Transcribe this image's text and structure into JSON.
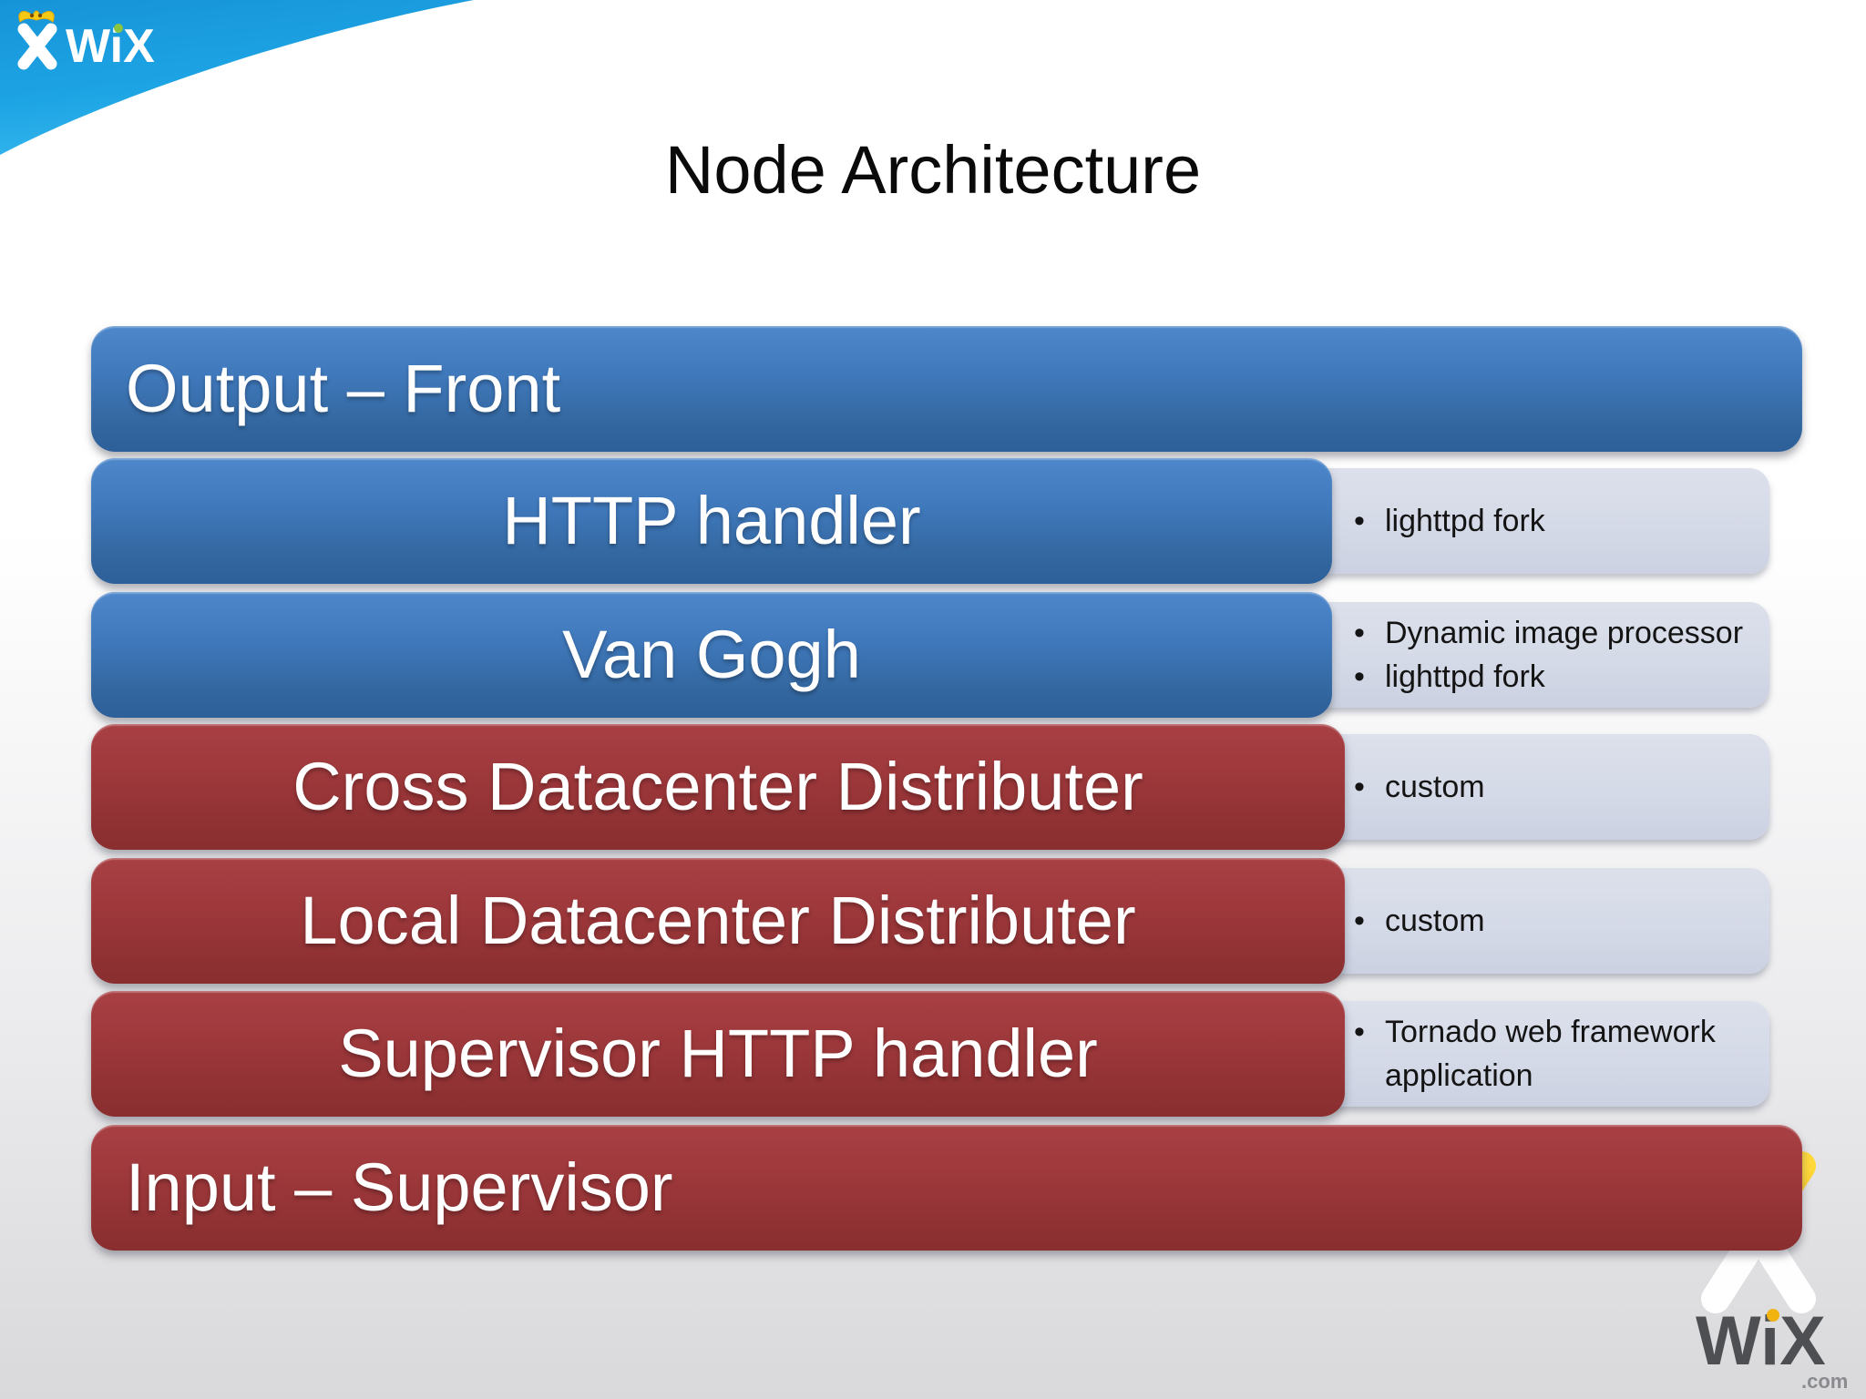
{
  "title": "Node Architecture",
  "bullet": "•",
  "brand_top": {
    "text": "WiX"
  },
  "brand_bottom": {
    "text": "WiX",
    "suffix": ".com"
  },
  "colors": {
    "bar_blue": "#3f78bb",
    "bar_red": "#9c373a",
    "note_bg": "#d5dae8",
    "ribbon_blue": "#1d9fe0",
    "logo_yellow": "#f4c513"
  },
  "diagram": {
    "rows": [
      {
        "label": "Output – Front"
      },
      {
        "label": "HTTP handler",
        "notes": [
          "lighttpd fork"
        ]
      },
      {
        "label": "Van Gogh",
        "notes": [
          "Dynamic image processor",
          "lighttpd fork"
        ]
      },
      {
        "label": "Cross Datacenter Distributer",
        "notes": [
          "custom"
        ]
      },
      {
        "label": "Local Datacenter Distributer",
        "notes": [
          "custom"
        ]
      },
      {
        "label": "Supervisor HTTP handler",
        "notes": [
          "Tornado web framework application"
        ]
      },
      {
        "label": "Input – Supervisor"
      }
    ]
  }
}
